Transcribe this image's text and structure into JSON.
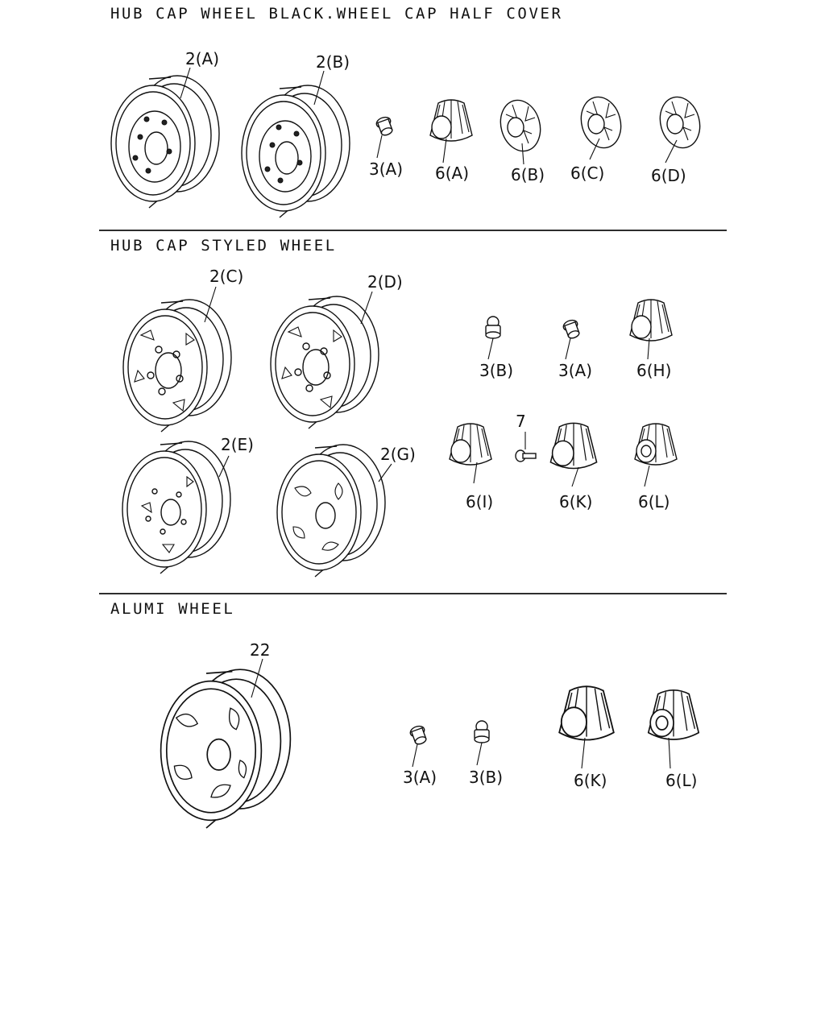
{
  "sections": [
    {
      "title": "HUB CAP WHEEL BLACK.WHEEL CAP HALF COVER"
    },
    {
      "title": "HUB CAP STYLED WHEEL"
    },
    {
      "title": "ALUMI WHEEL"
    }
  ],
  "callouts": {
    "s1": [
      "2(A)",
      "2(B)",
      "3(A)",
      "6(A)",
      "6(B)",
      "6(C)",
      "6(D)"
    ],
    "s2": [
      "2(C)",
      "2(D)",
      "3(B)",
      "3(A)",
      "6(H)",
      "2(E)",
      "2(G)",
      "7",
      "6(I)",
      "6(K)",
      "6(L)"
    ],
    "s3": [
      "22",
      "3(A)",
      "3(B)",
      "6(K)",
      "6(L)"
    ]
  }
}
